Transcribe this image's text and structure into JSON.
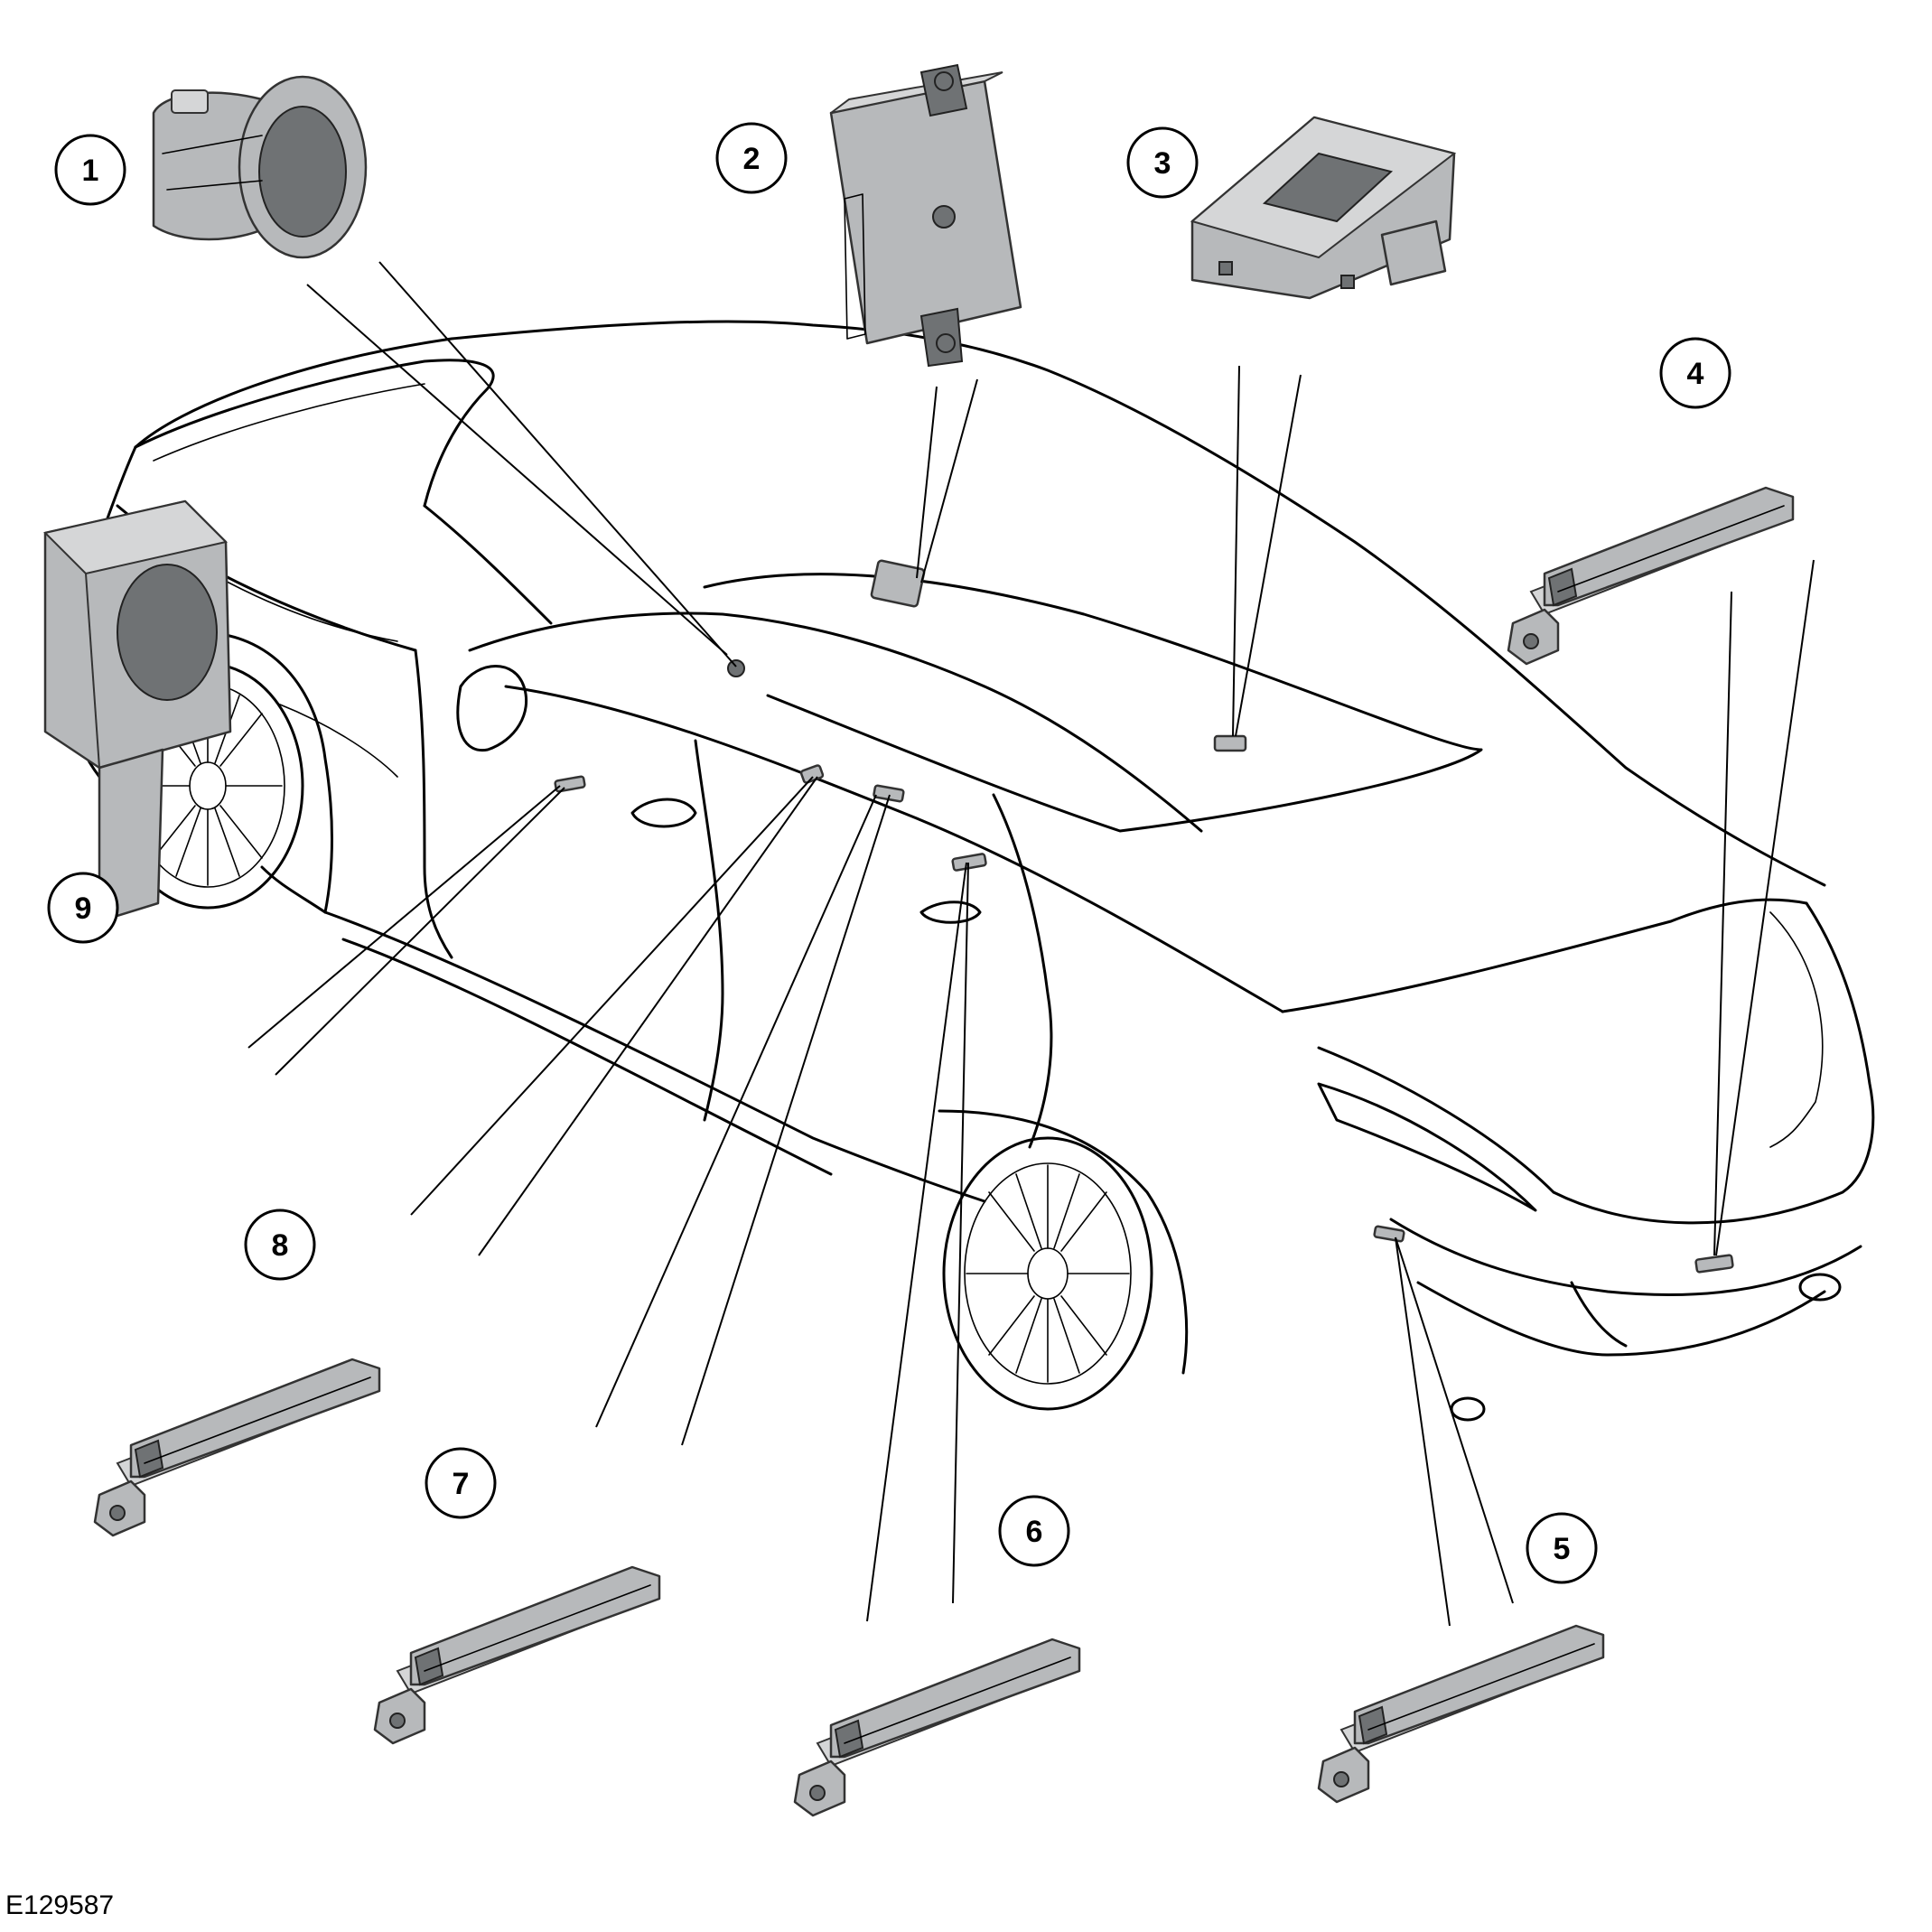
{
  "figure_ref": "E129587",
  "callouts": [
    {
      "id": "c1",
      "label": "1"
    },
    {
      "id": "c2",
      "label": "2"
    },
    {
      "id": "c3",
      "label": "3"
    },
    {
      "id": "c4",
      "label": "4"
    },
    {
      "id": "c5",
      "label": "5"
    },
    {
      "id": "c6",
      "label": "6"
    },
    {
      "id": "c7",
      "label": "7"
    },
    {
      "id": "c8",
      "label": "8"
    },
    {
      "id": "c9",
      "label": "9"
    }
  ]
}
